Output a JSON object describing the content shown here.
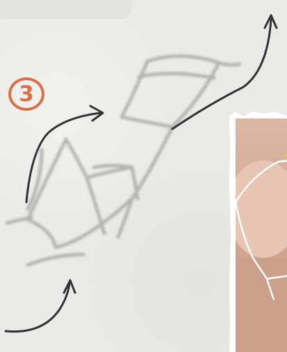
{
  "step": {
    "number_glyph": "3",
    "badge_color": "#d8714a"
  },
  "colors": {
    "background": "#eceae6",
    "sketch_stroke": "#9e9e9e",
    "arrow_stroke": "#2d3138",
    "photo_skin": "#cfa490",
    "photo_lines": "#ffffff"
  },
  "icons": {
    "arrows": [
      "curved-arrow-up-left",
      "curved-arrow-right",
      "curved-arrow-up-right"
    ],
    "photo": "reference-photo"
  }
}
